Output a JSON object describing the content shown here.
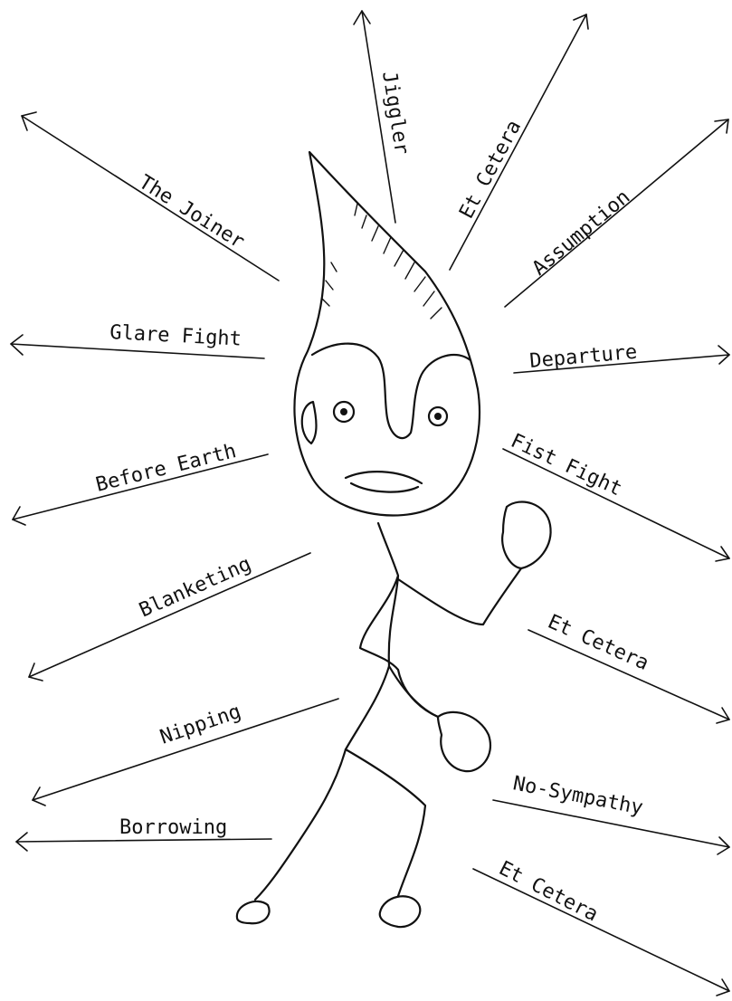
{
  "labels": {
    "jiggler": "Jiggler",
    "et_cetera_top": "Et Cetera",
    "assumption": "Assumption",
    "the_joiner": "The Joiner",
    "glare_fight": "Glare Fight",
    "departure": "Departure",
    "before_earth": "Before Earth",
    "fist_fight": "Fist Fight",
    "blanketing": "Blanketing",
    "et_cetera_mid": "Et Cetera",
    "nipping": "Nipping",
    "no_sympathy": "No-Sympathy",
    "borrowing": "Borrowing",
    "et_cetera_bottom": "Et Cetera"
  }
}
